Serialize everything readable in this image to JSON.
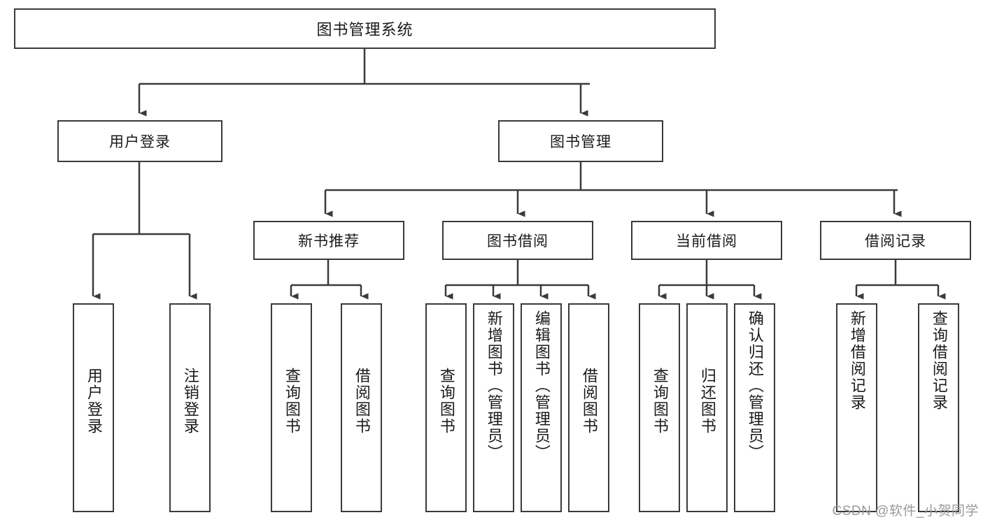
{
  "diagram": {
    "title": "图书管理系统",
    "watermark": "CSDN @软件_小贺同学",
    "root": {
      "label": "图书管理系统"
    },
    "level1": [
      {
        "label": "用户登录"
      },
      {
        "label": "图书管理"
      }
    ],
    "level2": [
      {
        "label": "新书推荐"
      },
      {
        "label": "图书借阅"
      },
      {
        "label": "当前借阅"
      },
      {
        "label": "借阅记录"
      }
    ],
    "leaves": {
      "user_login": [
        {
          "label": "用户登录"
        },
        {
          "label": "注销登录"
        }
      ],
      "new_book_recommend": [
        {
          "label": "查询图书"
        },
        {
          "label": "借阅图书"
        }
      ],
      "book_borrow": [
        {
          "label": "查询图书"
        },
        {
          "label": "新增图书（管理员）"
        },
        {
          "label": "编辑图书（管理员）"
        },
        {
          "label": "借阅图书"
        }
      ],
      "current_borrow": [
        {
          "label": "查询图书"
        },
        {
          "label": "归还图书"
        },
        {
          "label": "确认归还（管理员）"
        }
      ],
      "borrow_record": [
        {
          "label": "新增借阅记录"
        },
        {
          "label": "查询借阅记录"
        }
      ]
    },
    "colors": {
      "stroke": "#3a3a3a",
      "text": "#1a1a1a",
      "background": "#ffffff",
      "watermark": "#9a9a9a"
    }
  }
}
